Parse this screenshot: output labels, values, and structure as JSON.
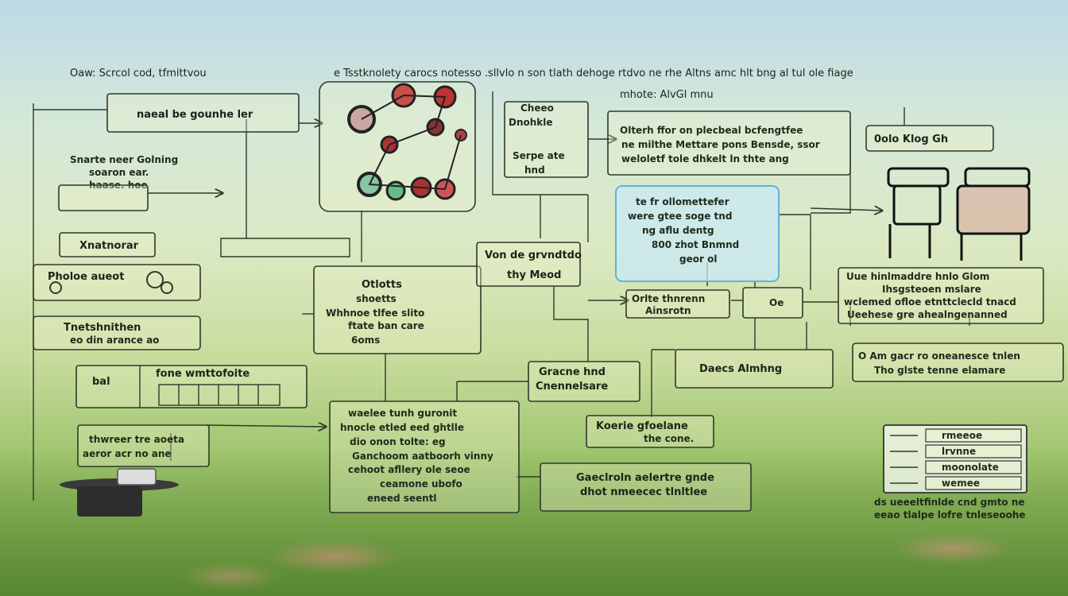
{
  "header": {
    "left_title": "Oaw: Scrcol cod, tfmittvou",
    "top_banner": "e Tsstknolety carocs notesso .sllvlo n son tlath dehoge rtdvo ne rhe Altns amc hlt bng al tul ole fiage",
    "sub_banner": "mhote: AlvGl mnu"
  },
  "nodes": {
    "n1": {
      "lines": [
        "naeal be gounhe ler"
      ]
    },
    "n2": {
      "lines": [
        "Snarte neer Golning",
        "soaron ear.",
        "haase. hoe"
      ]
    },
    "n3": {
      "lines": [
        "Xnatnorar"
      ]
    },
    "n4": {
      "lines": [
        "Pholoe aueot"
      ]
    },
    "n5": {
      "lines": [
        "Tnetshnithen",
        "eo din arance ao"
      ]
    },
    "n6": {
      "lines": [
        "bal"
      ]
    },
    "n7": {
      "lines": [
        "fone wmttofoite"
      ]
    },
    "n8": {
      "lines": [
        "thwreer tre aoeta",
        "aeror acr no ane"
      ]
    },
    "n9": {
      "lines": [
        "Cheeo",
        "Dnohkle",
        "Serpe ate",
        "hnd"
      ]
    },
    "n10": {
      "lines": [
        "Otlotts",
        "shoetts",
        "Whhnoe tlfee slito",
        "ftate ban care",
        "6oms"
      ]
    },
    "n11": {
      "lines": [
        "Von de grvndtdo",
        "thy Meod"
      ]
    },
    "n12": {
      "lines": [
        "Olterh ffor on plecbeal bcfengtfee",
        "ne milthe Mettare pons Bensde, ssor",
        "weloletf tole dhkelt ln thte ang"
      ]
    },
    "n13": {
      "lines": [
        "te fr ollomettefer",
        "were gtee soge tnd",
        "ng aflu dentg",
        "800 zhot Bnmnd",
        "geor ol"
      ]
    },
    "n14": {
      "lines": [
        "Orlte thnrenn",
        "Ainsrotn"
      ]
    },
    "n15": {
      "lines": [
        "Oe"
      ]
    },
    "n16": {
      "lines": [
        "0olo Klog Gh"
      ]
    },
    "n17": {
      "lines": [
        "Uue hinlmaddre hnlo Glom",
        "Ihsgsteoen mslare",
        "wclemed ofloe etnttclecld tnacd",
        "Ueehese gre ahealngenanned"
      ]
    },
    "n18": {
      "lines": [
        "O Am gacr ro oneanesce tnlen",
        "Tho glste tenne elamare"
      ]
    },
    "n19": {
      "lines": [
        "Daecs Almhng"
      ]
    },
    "n20": {
      "lines": [
        "Gracne hnd",
        "Cnennelsare"
      ]
    },
    "n21": {
      "lines": [
        "waelee tunh guronit",
        "hnocle etled eed ghtlle",
        "dio onon tolte: eg",
        "Ganchoom aatboorh vinny",
        "cehoot afllery ole seoe",
        "ceamone ubofo",
        "eneed seentl"
      ]
    },
    "n22": {
      "lines": [
        "Koerie gfoelane",
        "the cone."
      ]
    },
    "n23": {
      "lines": [
        "Gaeclroln aelertre gnde",
        "dhot nmeecec tlnltlee"
      ]
    },
    "n24": {
      "lines": [
        "ds ueeeltfinlde cnd gmto ne",
        "eeao tlalpe lofre tnleseoohe"
      ]
    },
    "n25": {
      "lines": [
        "rmeeoe",
        "lrvnne",
        "moonolate",
        "wemee"
      ]
    }
  }
}
